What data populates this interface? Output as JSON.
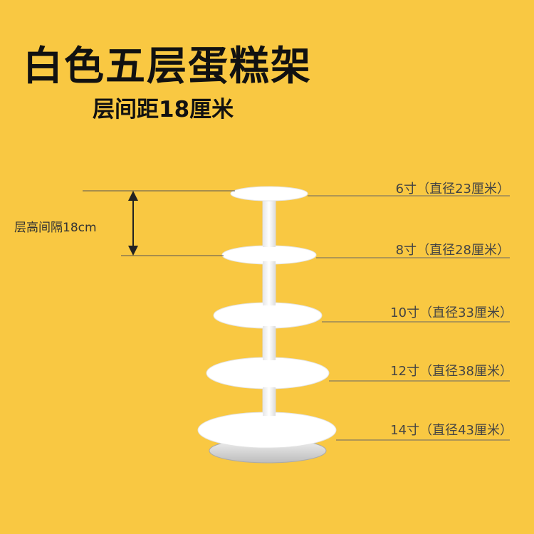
{
  "heading": {
    "title": "白色五层蛋糕架",
    "subtitle": "层间距18厘米"
  },
  "spacing_label": "层高间隔18cm",
  "tiers": [
    {
      "label": "6寸（直径23厘米）"
    },
    {
      "label": "8寸（直径28厘米）"
    },
    {
      "label": "10寸（直径33厘米）"
    },
    {
      "label": "12寸（直径38厘米）"
    },
    {
      "label": "14寸（直径43厘米）"
    }
  ],
  "colors": {
    "background": "#f9c842",
    "plate": "#ffffff",
    "line": "#555555"
  }
}
